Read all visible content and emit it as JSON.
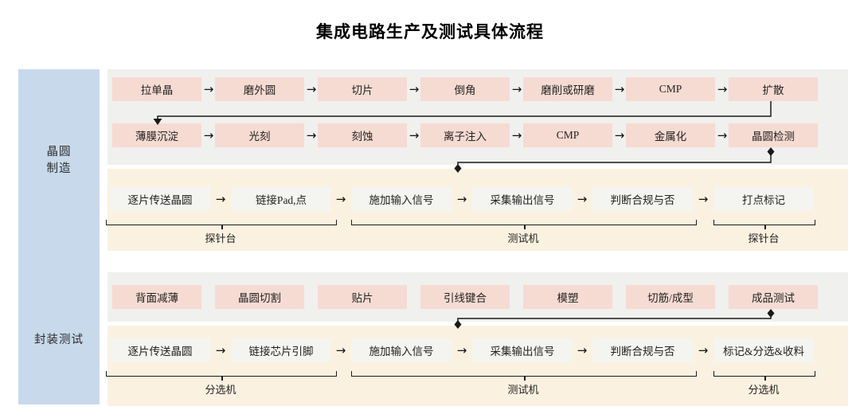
{
  "title": "集成电路生产及测试具体流程",
  "icons": {
    "arrow_right": "→"
  },
  "colors": {
    "section_label_bg": "#c8d9ec",
    "process_box_bg": "#f6dbd2",
    "test_box_bg": "#f4f4f1",
    "panel_top_bg": "#f0f0ee",
    "panel_bottom_bg": "#faf1e0",
    "line": "#1a1a1a"
  },
  "sections": [
    {
      "label_lines": [
        "晶圆",
        "制造"
      ],
      "process_rows": [
        [
          "拉单晶",
          "磨外圆",
          "切片",
          "倒角",
          "磨削或研磨",
          "CMP",
          "扩散"
        ],
        [
          "薄膜沉淀",
          "光刻",
          "刻蚀",
          "离子注入",
          "CMP",
          "金属化",
          "晶圆检测"
        ]
      ],
      "test_row": [
        "逐片传送晶圆",
        "链接Pad,点",
        "施加输入信号",
        "采集输出信号",
        "判断合规与否",
        "打点标记"
      ],
      "equipment_labels": [
        "探针台",
        "测试机",
        "探针台"
      ]
    },
    {
      "label_lines": [
        "封装测试"
      ],
      "process_rows": [
        [
          "背面减薄",
          "晶圆切割",
          "贴片",
          "引线键合",
          "模塑",
          "切筋/成型",
          "成品测试"
        ]
      ],
      "test_row": [
        "逐片传送晶圆",
        "链接芯片引脚",
        "施加输入信号",
        "采集输出信号",
        "判断合规与否",
        "标记&分选&收料"
      ],
      "equipment_labels": [
        "分选机",
        "测试机",
        "分选机"
      ]
    }
  ]
}
